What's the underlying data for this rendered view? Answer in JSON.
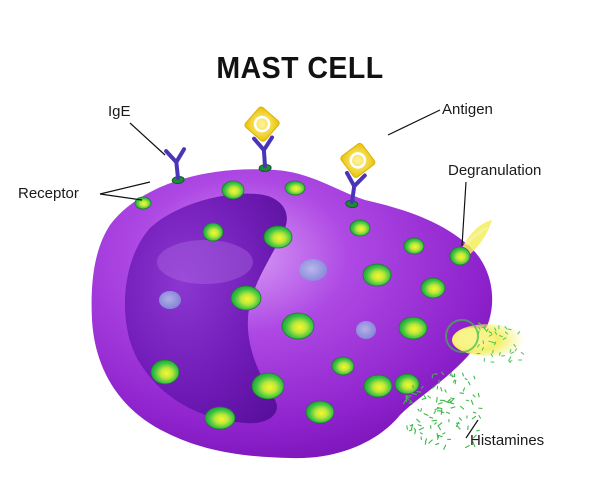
{
  "title": "MAST CELL",
  "labels": {
    "ige": "IgE",
    "antigen": "Antigen",
    "receptor": "Receptor",
    "degranulation": "Degranulation",
    "histamines": "Histamines"
  },
  "colors": {
    "cell_body": "#9b2fd6",
    "cell_highlight": "#c87af0",
    "nucleus": "#6a16b0",
    "granule": "#2fc43f",
    "granule_core": "#f2f52a",
    "antibody": "#4a34b8",
    "antigen": "#f2d21a",
    "histamine": "#3fb84a"
  }
}
